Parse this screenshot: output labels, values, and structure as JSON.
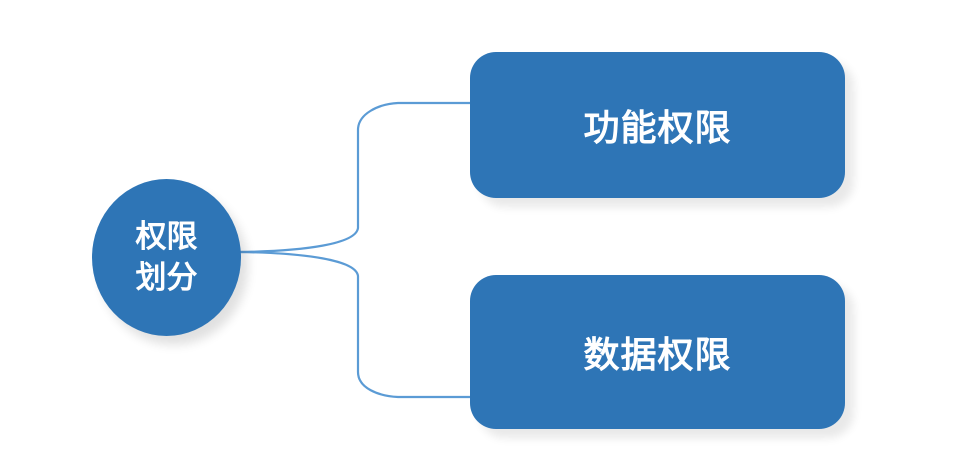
{
  "diagram": {
    "root_node": {
      "label": "权限\n划分"
    },
    "nodes": [
      {
        "label": "功能权限"
      },
      {
        "label": "数据权限"
      }
    ],
    "colors": {
      "node_fill": "#2E75B6",
      "node_text": "#FFFFFF",
      "connector": "#5B9BD5",
      "background": "#FFFFFF"
    }
  }
}
